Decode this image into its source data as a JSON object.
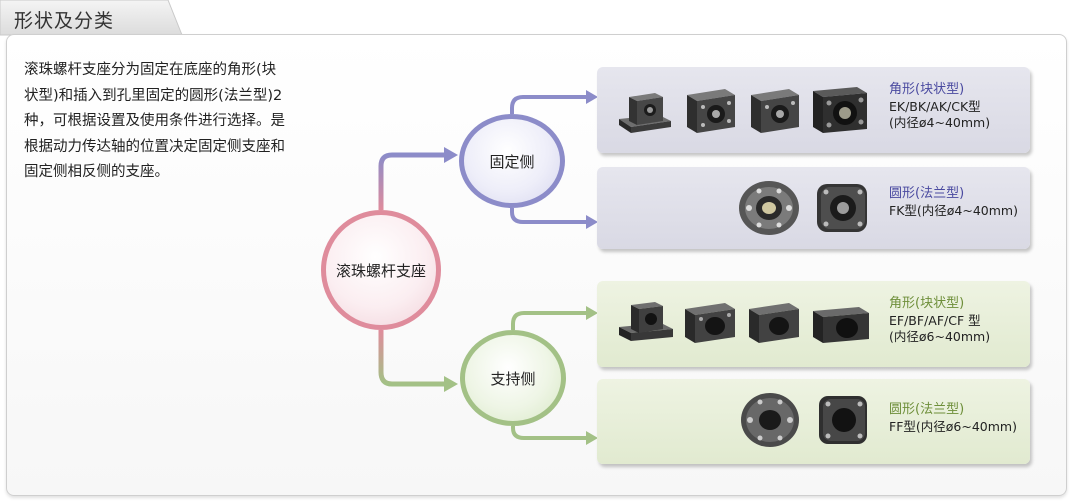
{
  "section_title": "形状及分类",
  "description": "滚珠螺杆支座分为固定在底座的角形(块状型)和插入到孔里固定的圆形(法兰型)2种，可根据设置及使用条件进行选择。是根据动力传达轴的位置决定固定侧支座和固定侧相反侧的支座。",
  "nodes": {
    "main": "滚珠螺杆支座",
    "fixed": "固定侧",
    "support": "支持侧"
  },
  "cards": [
    {
      "title": "角形(块状型)",
      "models": "EK/BK/AK/CK型",
      "range": "(内径ø4~40mm)"
    },
    {
      "title": "圆形(法兰型)",
      "models": "FK型(内径ø4~40mm)"
    },
    {
      "title": "角形(块状型)",
      "models": "EF/BF/AF/CF 型",
      "range": "(内径ø6~40mm)"
    },
    {
      "title": "圆形(法兰型)",
      "models": "FF型(内径ø6~40mm)"
    }
  ],
  "colors": {
    "main": "#df8c9c",
    "fixed": "#8c8cc9",
    "support": "#a3c186",
    "fixed_card": "#dedee8",
    "support_card": "#e6edd6"
  }
}
